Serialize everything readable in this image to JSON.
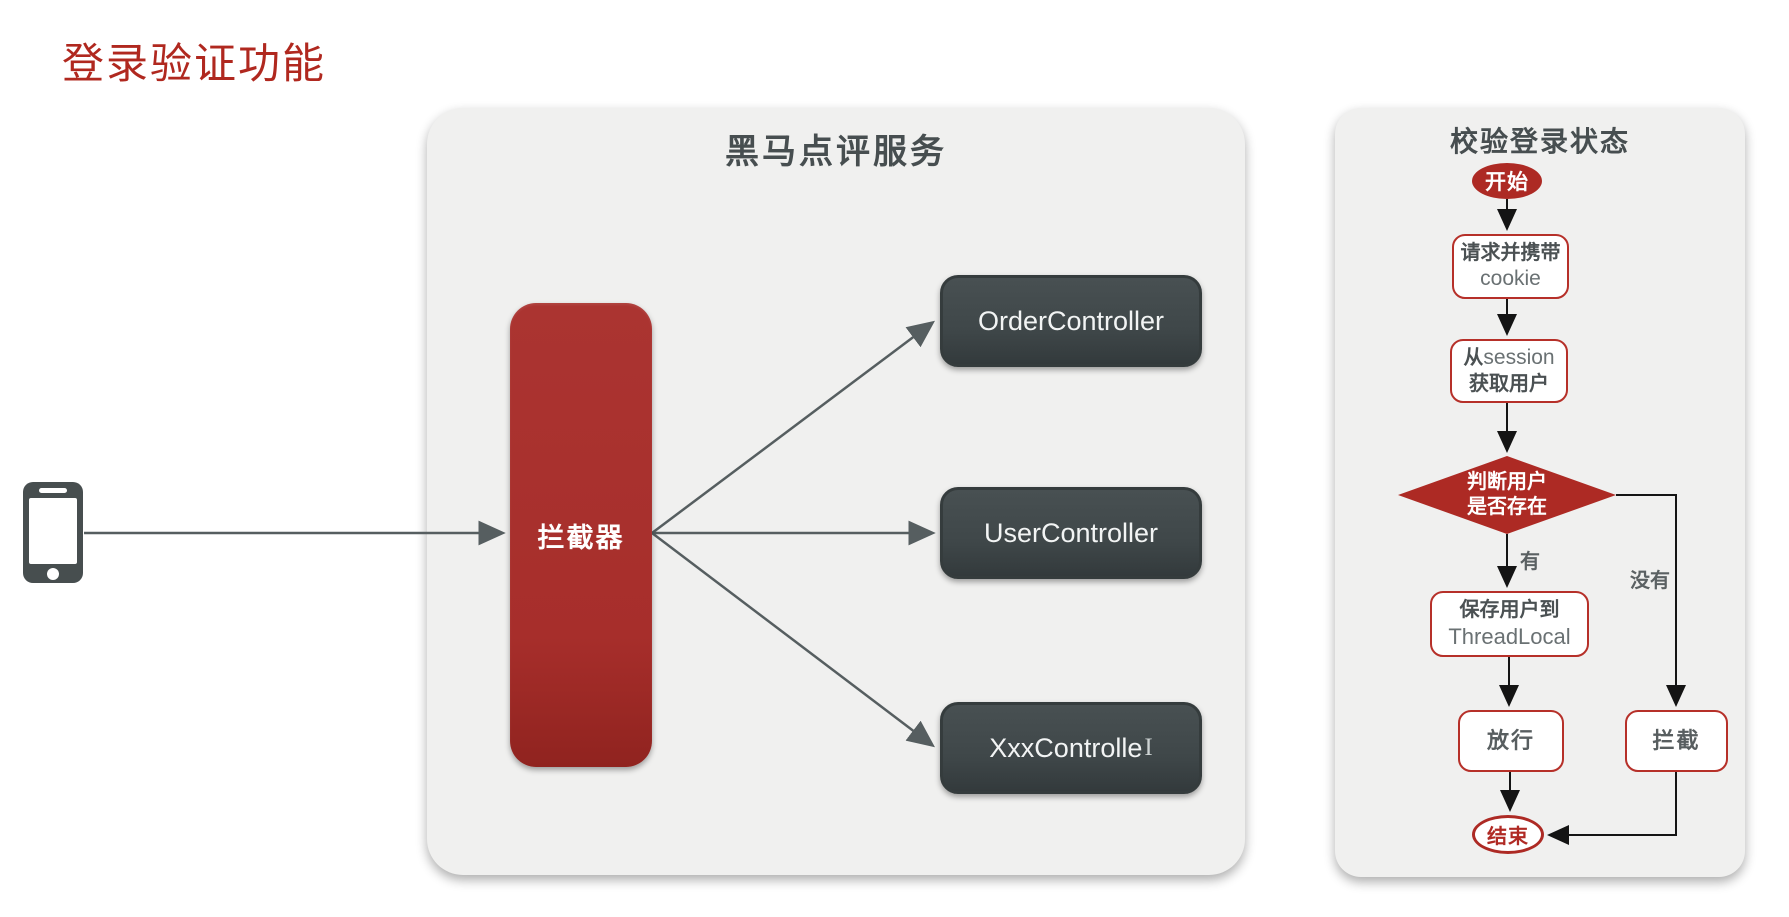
{
  "page": {
    "title": "登录验证功能"
  },
  "main_panel": {
    "title": "黑马点评服务",
    "interceptor": {
      "label": "拦截器"
    },
    "controllers": [
      {
        "label": "OrderController"
      },
      {
        "label": "UserController"
      },
      {
        "label": "XxxControlle",
        "cursor": "I"
      }
    ]
  },
  "icons": {
    "phone": "mobile-phone-icon"
  },
  "flow_panel": {
    "title": "校验登录状态",
    "start_label": "开始",
    "box_request": {
      "line1": "请求并携带",
      "line2": "cookie"
    },
    "box_session": {
      "line1_zh": "从",
      "line1_latin": "session",
      "line2": "获取用户"
    },
    "diamond": {
      "line1": "判断用户",
      "line2": "是否存在"
    },
    "label_yes": "有",
    "label_no": "没有",
    "box_save": {
      "line1": "保存用户到",
      "line2": "ThreadLocal"
    },
    "box_pass": {
      "label": "放行"
    },
    "box_block": {
      "label": "拦截"
    },
    "end_label": "结束"
  },
  "colors": {
    "title_red": "#b0281f",
    "shape_red": "#a72e2b",
    "flow_red": "#ad2a24",
    "flow_border_red": "#b63029",
    "dark_box": "#40484a",
    "panel_bg": "#f0f0ef",
    "arrow_gray": "#565e60",
    "arrow_black": "#1a1a1a"
  }
}
